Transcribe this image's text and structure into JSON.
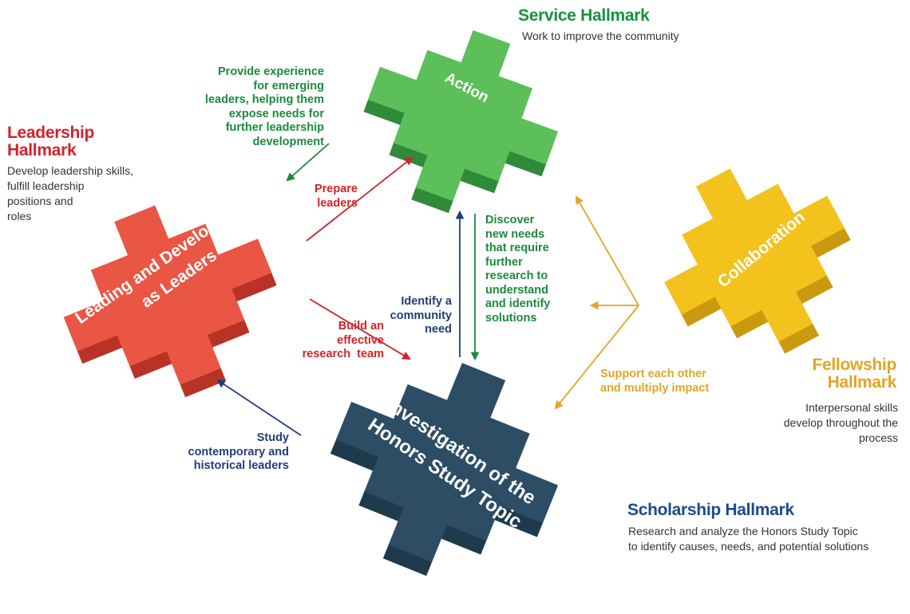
{
  "colors": {
    "service": "#14923e",
    "leadership": "#d2232a",
    "fellowship": "#e2a526",
    "scholarship": "#1b4b8a",
    "green_piece": "#5cbf5a",
    "red_piece": "#ea5644",
    "yellow_piece": "#f3c21d",
    "blue_piece": "#2c4d64",
    "arrow_green": "#1b8a3c",
    "arrow_red": "#d2232a",
    "arrow_blue": "#203d7a",
    "arrow_gold": "#e2a526"
  },
  "hallmarks": {
    "service": {
      "title": "Service Hallmark",
      "desc": "Work to improve the community"
    },
    "leadership": {
      "title_line1": "Leadership",
      "title_line2": "Hallmark",
      "desc_line1": "Develop leadership skills,",
      "desc_line2": "fulfill leadership",
      "desc_line3": "positions and",
      "desc_line4": "roles"
    },
    "fellowship": {
      "title_line1": "Fellowship",
      "title_line2": "Hallmark",
      "desc_line1": "Interpersonal skills",
      "desc_line2": "develop throughout the",
      "desc_line3": "process"
    },
    "scholarship": {
      "title": "Scholarship Hallmark",
      "desc_line1": "Research and analyze the Honors Study Topic",
      "desc_line2": "to identify causes, needs, and potential solutions"
    }
  },
  "pieces": {
    "action": "Action",
    "collaboration": "Collaboration",
    "leading_line1": "Leading and Developing",
    "leading_line2": "as Leaders",
    "investigation_line1": "Investigation of the",
    "investigation_line2": "Honors Study Topic"
  },
  "flows": {
    "provide": [
      "Provide experience",
      "for emerging",
      "leaders, helping them",
      "expose needs for",
      "further leadership",
      "development"
    ],
    "prepare": [
      "Prepare",
      "leaders"
    ],
    "discover": [
      "Discover",
      "new needs",
      "that require",
      "further",
      "research to",
      "understand",
      "and identify",
      "solutions"
    ],
    "identify": [
      "Identify a",
      "community",
      "need"
    ],
    "build": [
      "Build an",
      "effective",
      "research  team"
    ],
    "study": [
      "Study",
      "contemporary and",
      "historical leaders"
    ],
    "support": [
      "Support each other",
      "and multiply impact"
    ]
  }
}
